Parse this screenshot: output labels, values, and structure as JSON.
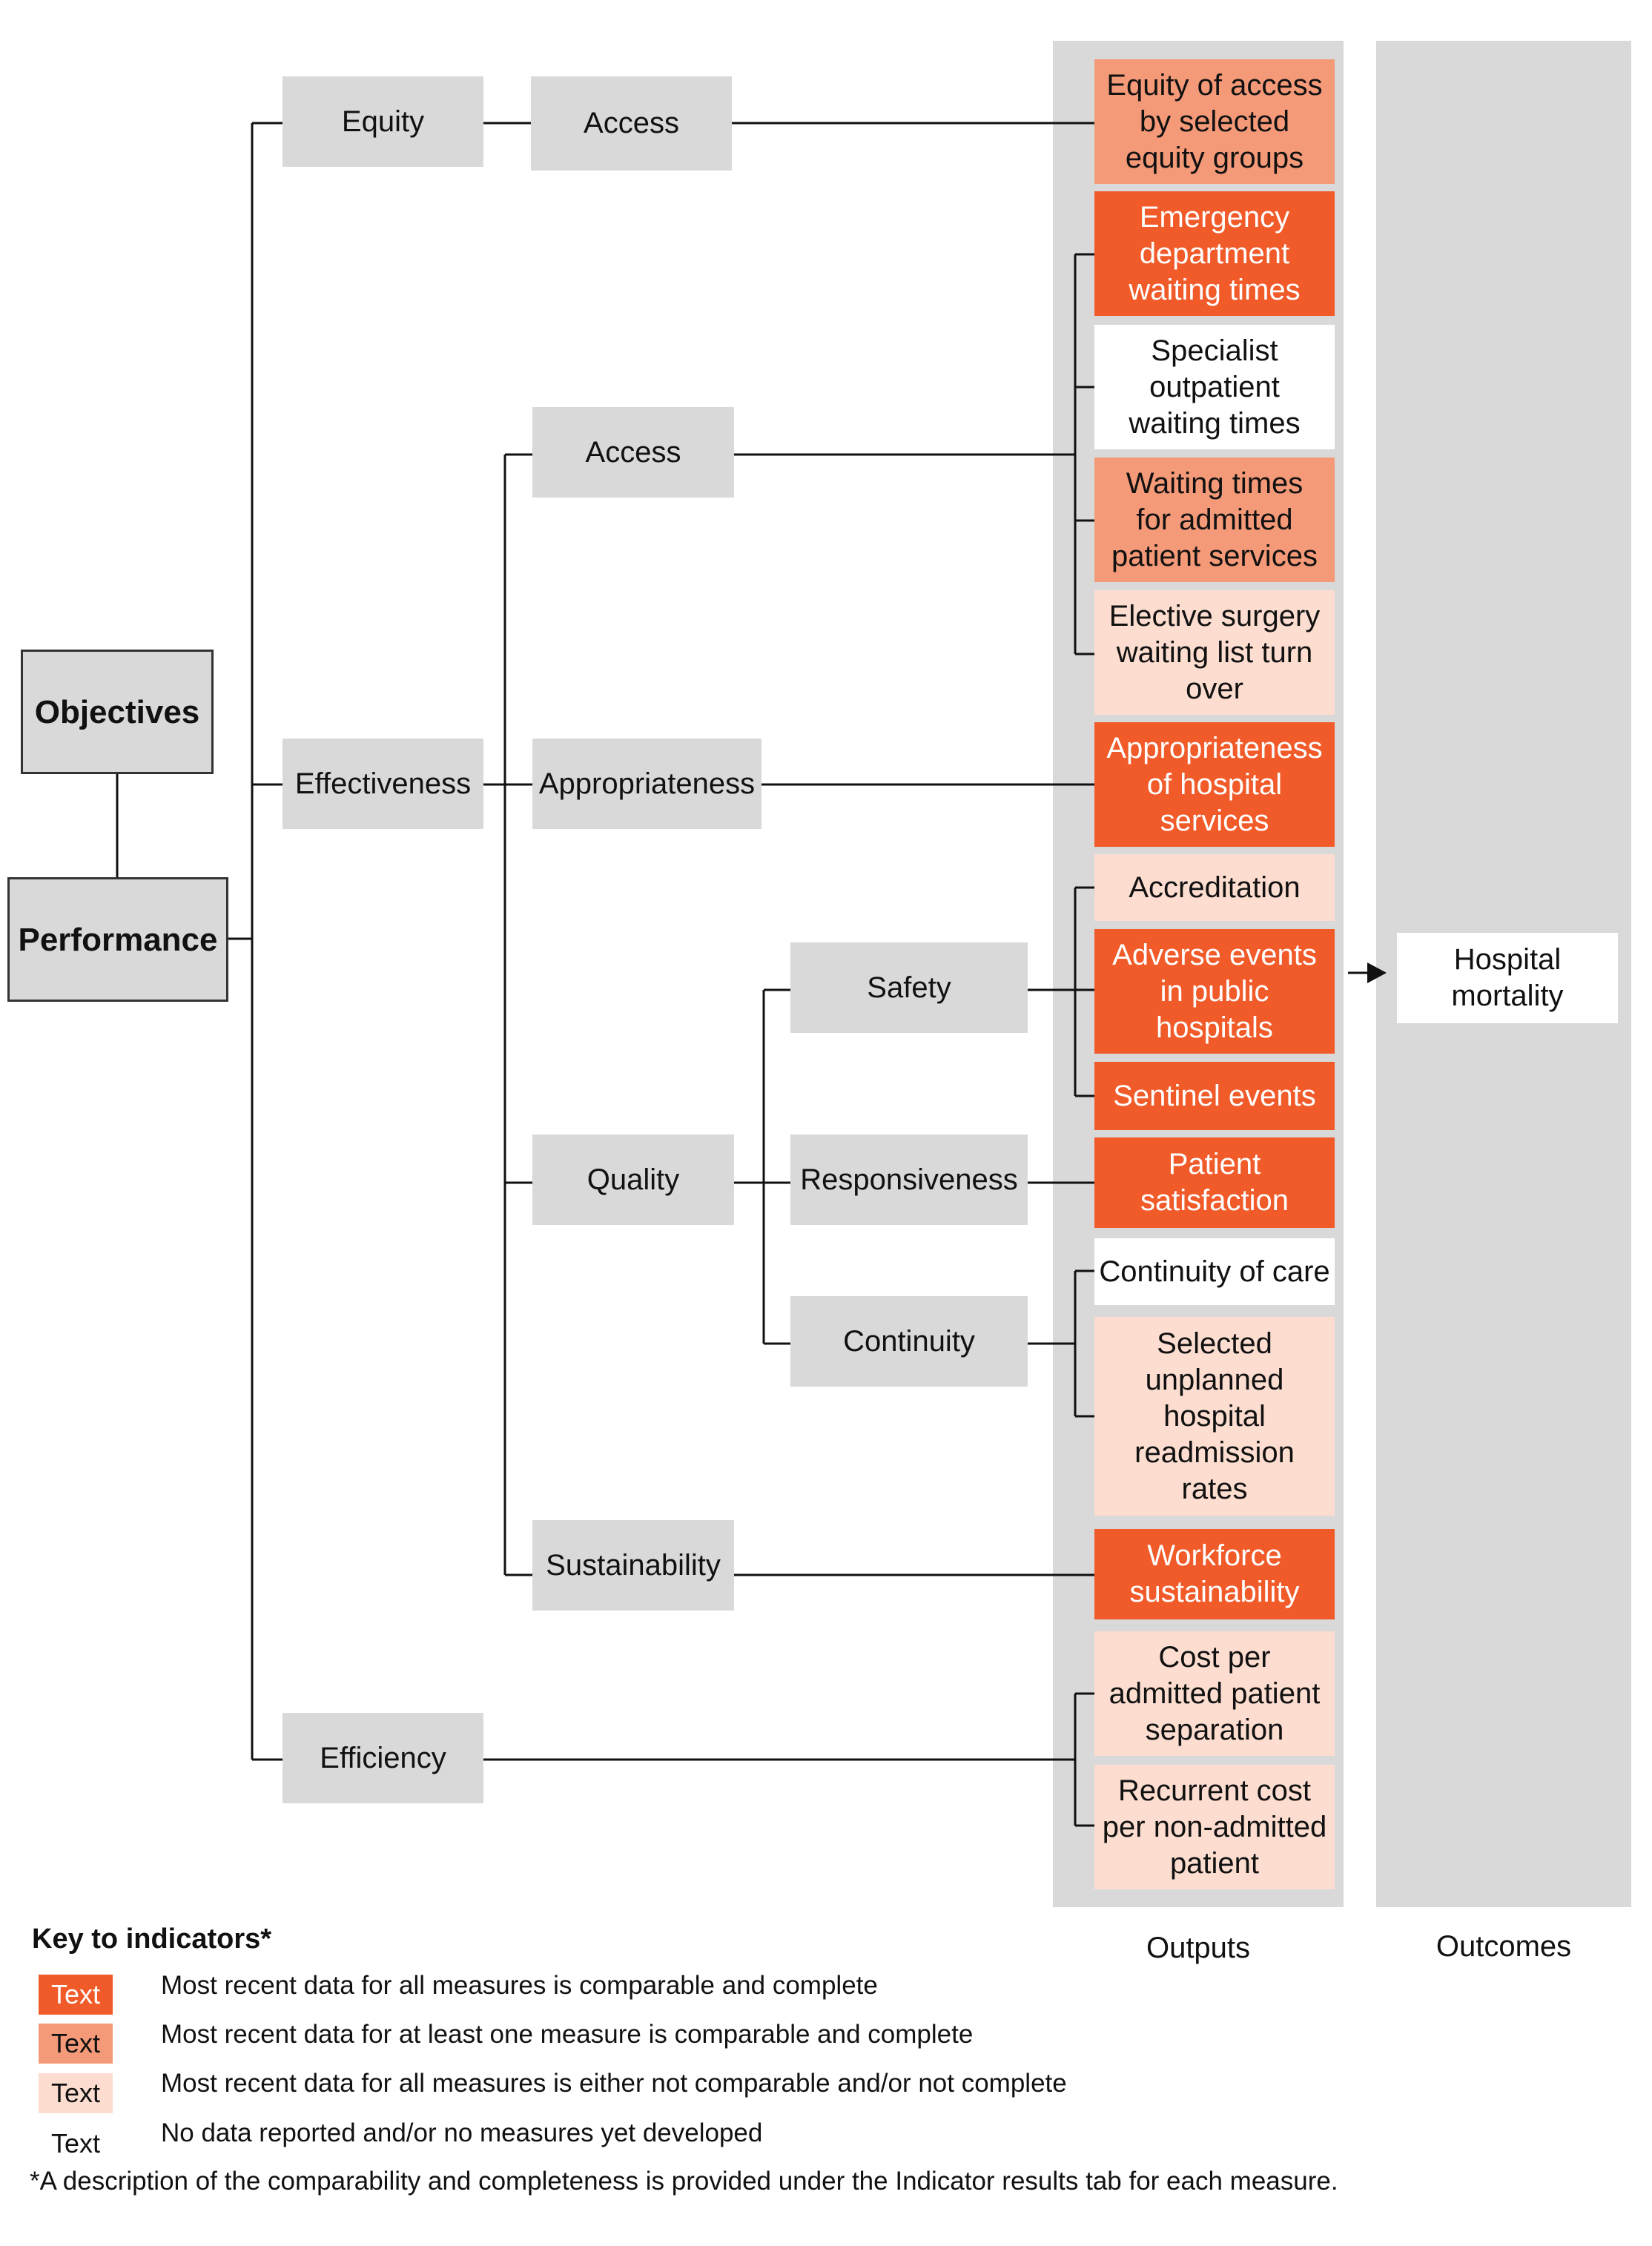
{
  "objectives": "Objectives",
  "performance": "Performance",
  "equity": {
    "label": "Equity",
    "access": "Access"
  },
  "effectiveness": {
    "label": "Effectiveness",
    "access": "Access",
    "appropriateness": "Appropriateness",
    "quality": "Quality",
    "safety": "Safety",
    "responsiveness": "Responsiveness",
    "continuity": "Continuity",
    "sustainability": "Sustainability"
  },
  "efficiency": {
    "label": "Efficiency"
  },
  "outputs": {
    "equity_access": [
      "Equity of access",
      "by selected",
      "equity groups"
    ],
    "ed_waiting": [
      "Emergency",
      "department",
      "waiting times"
    ],
    "specialist": [
      "Specialist",
      "outpatient",
      "waiting times"
    ],
    "admitted_waiting": [
      "Waiting times",
      "for admitted",
      "patient services"
    ],
    "elective": [
      "Elective surgery",
      "waiting list turn",
      "over"
    ],
    "appropriateness": [
      "Appropriateness",
      "of hospital",
      "services"
    ],
    "accreditation": [
      "Accreditation"
    ],
    "adverse": [
      "Adverse events",
      "in public",
      "hospitals"
    ],
    "sentinel": [
      "Sentinel events"
    ],
    "satisfaction": [
      "Patient",
      "satisfaction"
    ],
    "continuity_care": [
      "Continuity of care"
    ],
    "readmission": [
      "Selected",
      "unplanned",
      "hospital",
      "readmission",
      "rates"
    ],
    "workforce": [
      "Workforce",
      "sustainability"
    ],
    "cost_admitted": [
      "Cost per",
      "admitted patient",
      "separation"
    ],
    "cost_non_admitted": [
      "Recurrent cost",
      "per non-admitted",
      "patient"
    ]
  },
  "outcome": [
    "Hospital",
    "mortality"
  ],
  "columns": {
    "outputs": "Outputs",
    "outcomes": "Outcomes"
  },
  "key": {
    "title": "Key to indicators*",
    "swatch_text": "Text",
    "items": [
      "Most recent data for all measures is comparable and complete",
      "Most recent data for at least one measure is comparable and complete",
      "Most recent data for all measures is either not comparable and/or not complete",
      "No data reported and/or no measures yet developed"
    ],
    "colors": [
      "#f15a29",
      "#f59a78",
      "#fcddd0",
      "#ffffff"
    ]
  },
  "footnote": "*A description of the comparability and completeness is provided under the Indicator results tab for each measure."
}
